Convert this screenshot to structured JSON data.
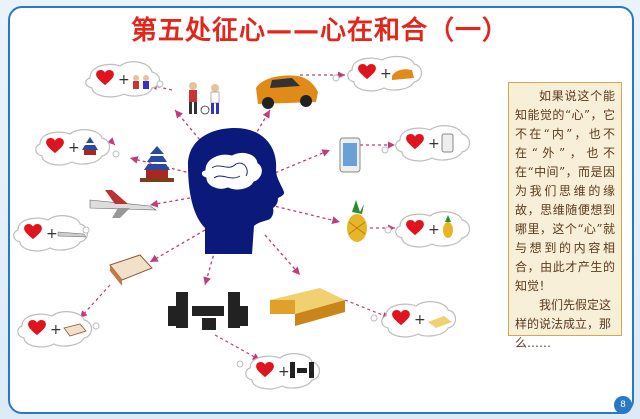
{
  "title": "第五处征心——心在和合（一）",
  "plus": "+",
  "bubbles": [
    {
      "label": "sports"
    },
    {
      "label": "car"
    },
    {
      "label": "temple"
    },
    {
      "label": "phone"
    },
    {
      "label": "airplane"
    },
    {
      "label": "pineapple"
    },
    {
      "label": "book"
    },
    {
      "label": "bed"
    },
    {
      "label": "speakers"
    }
  ],
  "text": {
    "p1": "如果说这个能知能觉的“心”，它不在“内”，也不在“外”，也不在“中间”，而是因为我们思维的缘故，思维随便想到哪里，这个“心”就与想到的内容相合，由此才产生的知觉！",
    "p2": "我们先假定这样的说法成立，那么……"
  },
  "page_number": "8",
  "colors": {
    "title": "#e3261b",
    "border": "#2a78c5",
    "heart": "#e0141e",
    "head": "#0b1a7a",
    "arrow": "#c23b7a"
  }
}
